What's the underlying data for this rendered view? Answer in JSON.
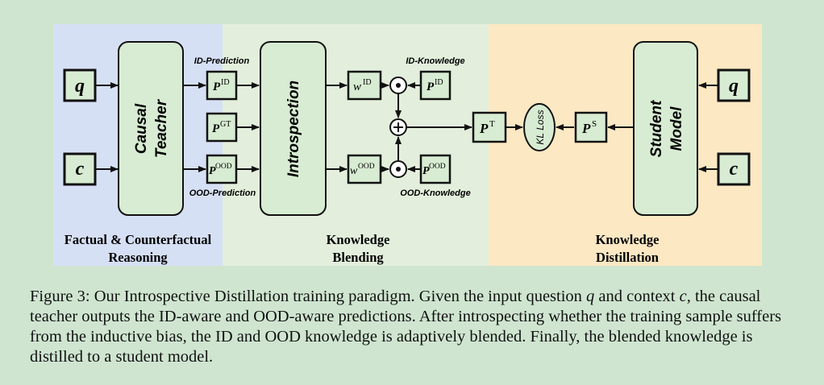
{
  "diagram": {
    "panels": {
      "reasoning_line1": "Factual & Counterfactual",
      "reasoning_line2": "Reasoning",
      "blending_line1": "Knowledge",
      "blending_line2": "Blending",
      "distillation_line1": "Knowledge",
      "distillation_line2": "Distillation"
    },
    "inputs": {
      "q": "q",
      "c": "c"
    },
    "blocks": {
      "teacher_line1": "Causal",
      "teacher_line2": "Teacher",
      "introspection": "Introspection",
      "student_line1": "Student",
      "student_line2": "Model",
      "kl_loss": "KL Loss"
    },
    "labels": {
      "id_prediction": "ID-Prediction",
      "ood_prediction": "OOD-Prediction",
      "id_knowledge": "ID-Knowledge",
      "ood_knowledge": "OOD-Knowledge"
    },
    "symbols": {
      "p": "P",
      "w": "w",
      "sup_id": "ID",
      "sup_gt": "GT",
      "sup_ood": "OOD",
      "sup_t": "T",
      "sup_s": "S",
      "odot": "⊙",
      "oplus": "⊕"
    },
    "colors": {
      "reasoning_bg": "#d6e0f5",
      "blending_bg": "#e3efdc",
      "distillation_bg": "#fce8c3",
      "box_fill": "#d7ecd2",
      "stroke": "#111111"
    }
  },
  "caption": {
    "part1": "Figure 3: Our Introspective Distillation training paradigm. Given the input question ",
    "q": "q",
    "part2": " and context ",
    "c": "c",
    "part3": ", the causal teacher outputs the ID-aware and OOD-aware predictions. After introspecting whether the training sample suffers from the inductive bias, the ID and OOD knowledge is adaptively blended. Finally, the blended knowledge is distilled to a student model."
  }
}
